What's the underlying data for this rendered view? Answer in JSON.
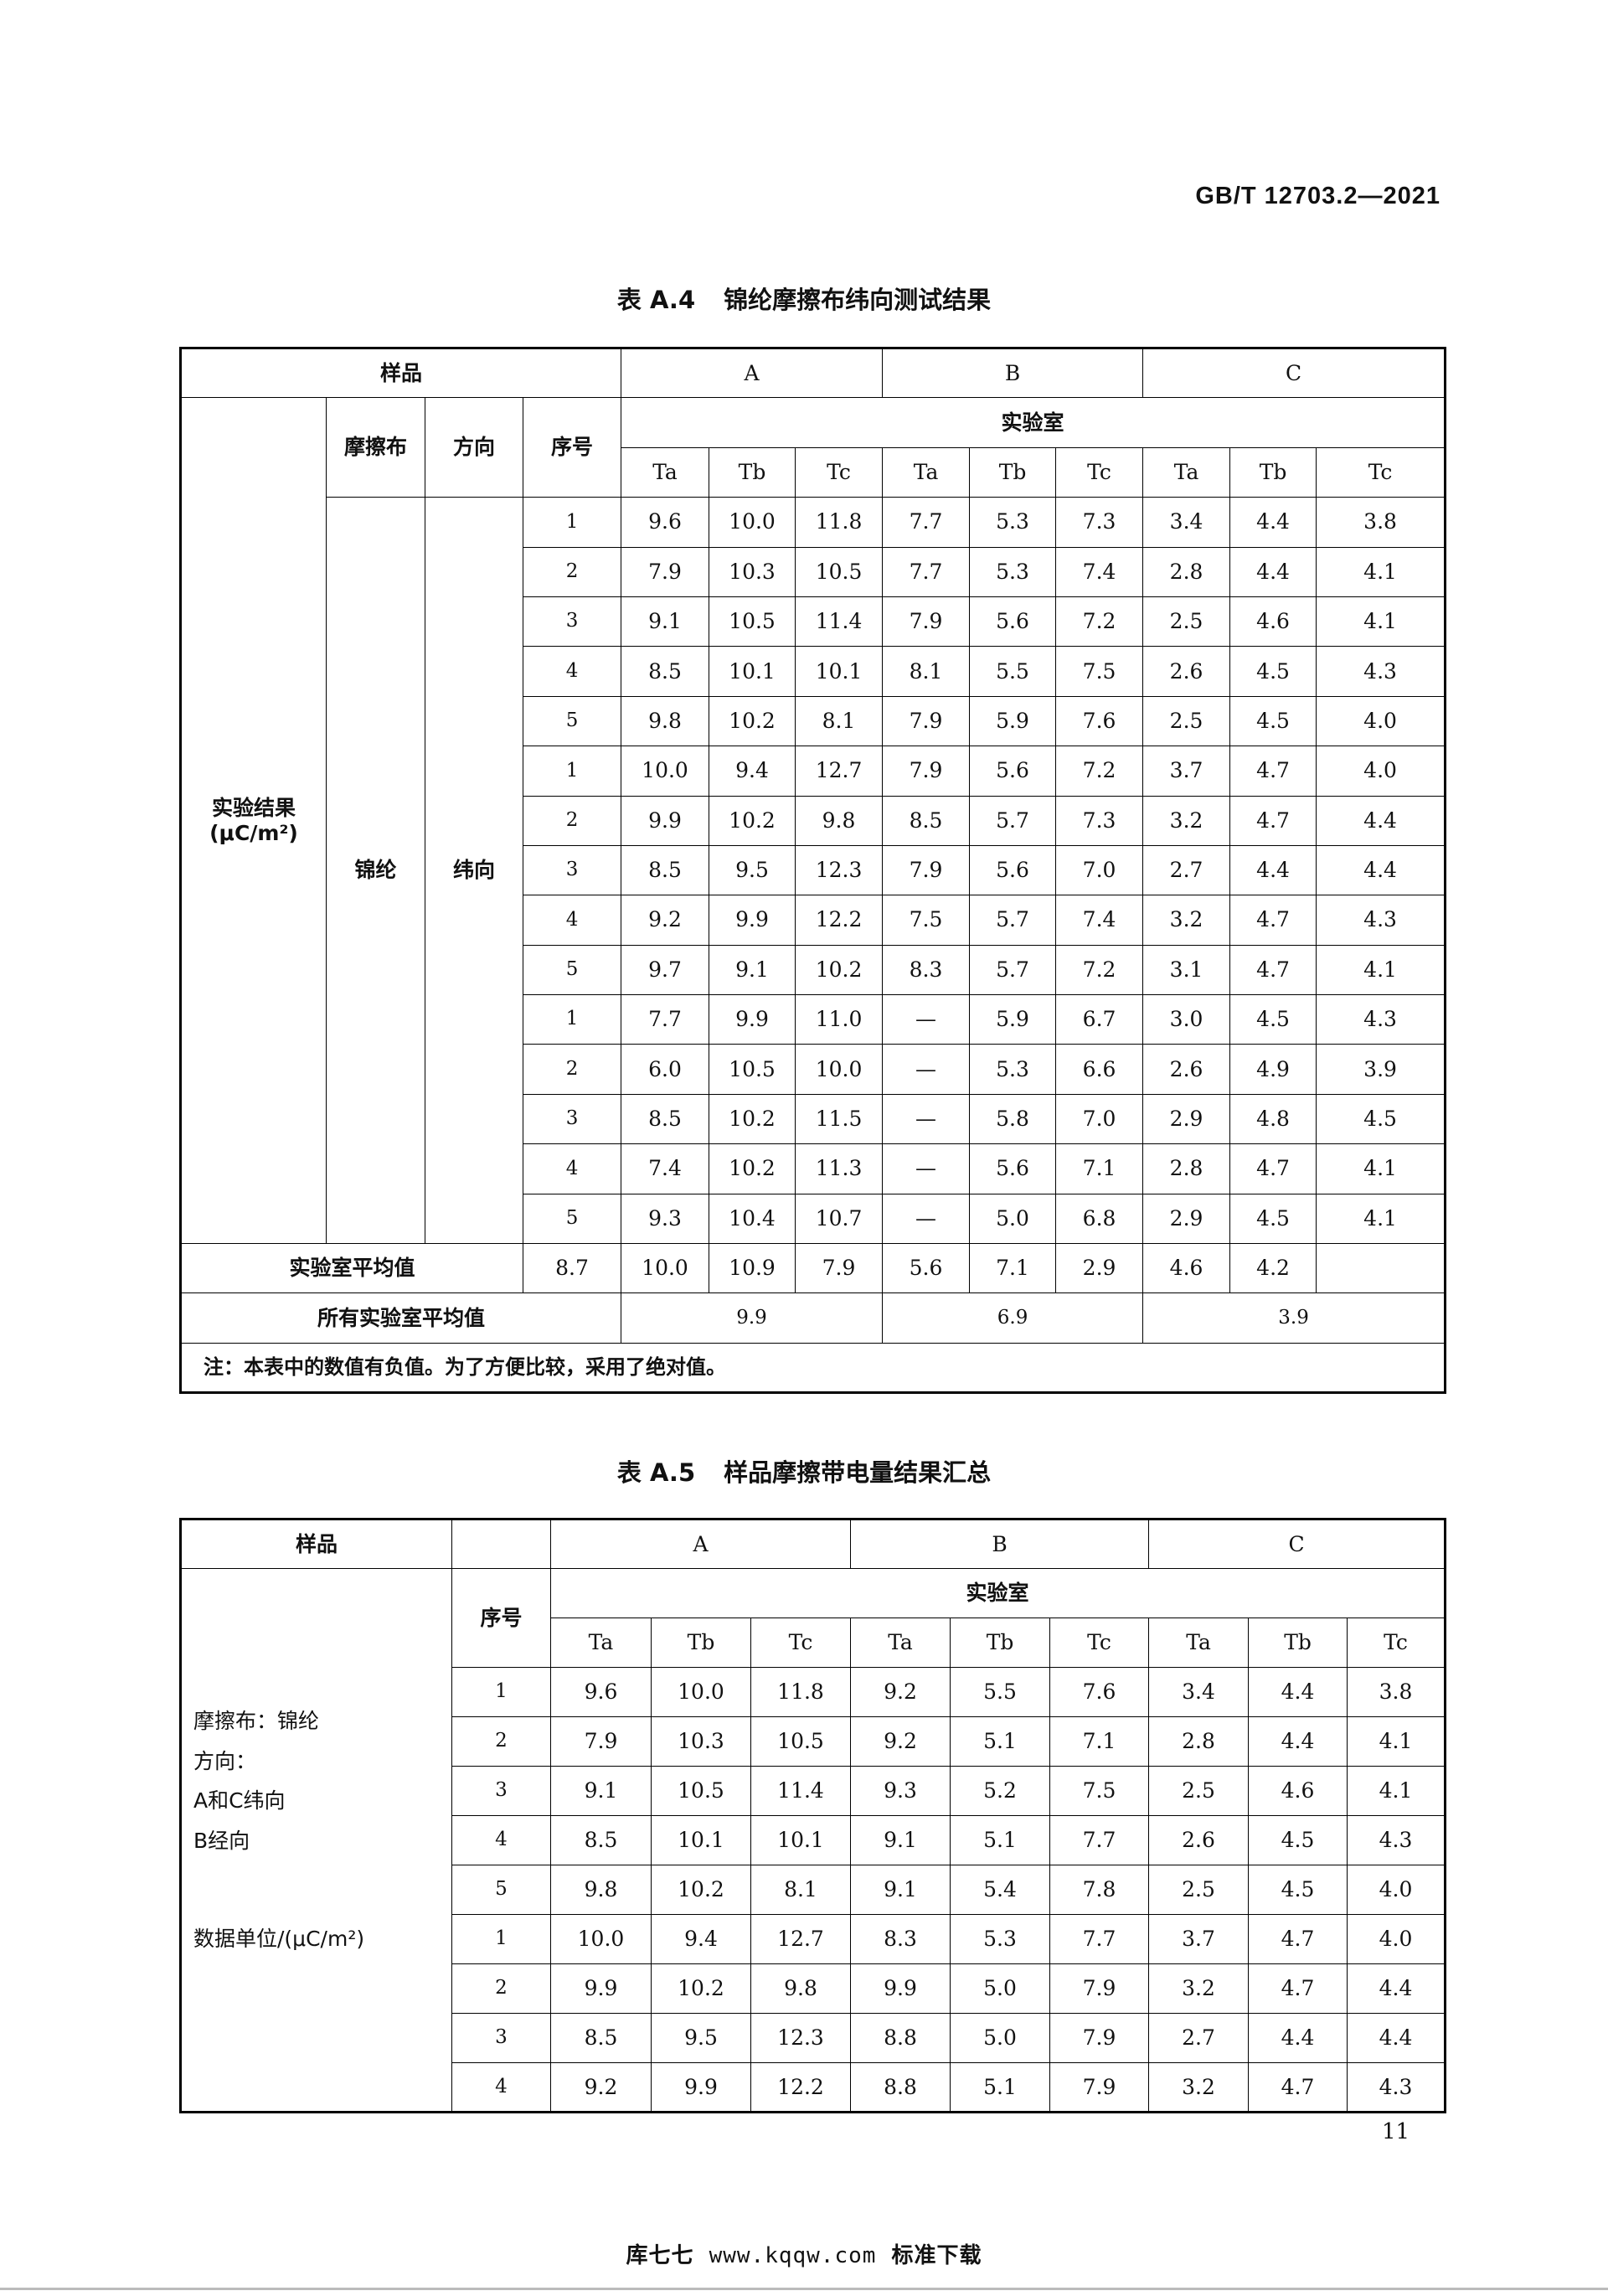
{
  "header": {
    "standard_number": "GB/T 12703.2—2021"
  },
  "table_a4": {
    "number": "表 A.4",
    "title": "锦纶摩擦布纬向测试结果",
    "sample_label": "样品",
    "samples": [
      "A",
      "B",
      "C"
    ],
    "lab_label": "实验室",
    "labs": [
      "Ta",
      "Tb",
      "Tc",
      "Ta",
      "Tb",
      "Tc",
      "Ta",
      "Tb",
      "Tc"
    ],
    "col_cloth": "摩擦布",
    "col_direction": "方向",
    "col_seq": "序号",
    "result_label_1": "实验结果",
    "result_label_2": "(μC/m²)",
    "cloth_value": "锦纶",
    "direction_value": "纬向",
    "rows": [
      [
        "1",
        "9.6",
        "10.0",
        "11.8",
        "7.7",
        "5.3",
        "7.3",
        "3.4",
        "4.4",
        "3.8"
      ],
      [
        "2",
        "7.9",
        "10.3",
        "10.5",
        "7.7",
        "5.3",
        "7.4",
        "2.8",
        "4.4",
        "4.1"
      ],
      [
        "3",
        "9.1",
        "10.5",
        "11.4",
        "7.9",
        "5.6",
        "7.2",
        "2.5",
        "4.6",
        "4.1"
      ],
      [
        "4",
        "8.5",
        "10.1",
        "10.1",
        "8.1",
        "5.5",
        "7.5",
        "2.6",
        "4.5",
        "4.3"
      ],
      [
        "5",
        "9.8",
        "10.2",
        "8.1",
        "7.9",
        "5.9",
        "7.6",
        "2.5",
        "4.5",
        "4.0"
      ],
      [
        "1",
        "10.0",
        "9.4",
        "12.7",
        "7.9",
        "5.6",
        "7.2",
        "3.7",
        "4.7",
        "4.0"
      ],
      [
        "2",
        "9.9",
        "10.2",
        "9.8",
        "8.5",
        "5.7",
        "7.3",
        "3.2",
        "4.7",
        "4.4"
      ],
      [
        "3",
        "8.5",
        "9.5",
        "12.3",
        "7.9",
        "5.6",
        "7.0",
        "2.7",
        "4.4",
        "4.4"
      ],
      [
        "4",
        "9.2",
        "9.9",
        "12.2",
        "7.5",
        "5.7",
        "7.4",
        "3.2",
        "4.7",
        "4.3"
      ],
      [
        "5",
        "9.7",
        "9.1",
        "10.2",
        "8.3",
        "5.7",
        "7.2",
        "3.1",
        "4.7",
        "4.1"
      ],
      [
        "1",
        "7.7",
        "9.9",
        "11.0",
        "—",
        "5.9",
        "6.7",
        "3.0",
        "4.5",
        "4.3"
      ],
      [
        "2",
        "6.0",
        "10.5",
        "10.0",
        "—",
        "5.3",
        "6.6",
        "2.6",
        "4.9",
        "3.9"
      ],
      [
        "3",
        "8.5",
        "10.2",
        "11.5",
        "—",
        "5.8",
        "7.0",
        "2.9",
        "4.8",
        "4.5"
      ],
      [
        "4",
        "7.4",
        "10.2",
        "11.3",
        "—",
        "5.6",
        "7.1",
        "2.8",
        "4.7",
        "4.1"
      ],
      [
        "5",
        "9.3",
        "10.4",
        "10.7",
        "—",
        "5.0",
        "6.8",
        "2.9",
        "4.5",
        "4.1"
      ]
    ],
    "lab_avg_label": "实验室平均值",
    "lab_avg": [
      "8.7",
      "10.0",
      "10.9",
      "7.9",
      "5.6",
      "7.1",
      "2.9",
      "4.6",
      "4.2"
    ],
    "all_avg_label": "所有实验室平均值",
    "all_avg": [
      "9.9",
      "6.9",
      "3.9"
    ],
    "note": "注：本表中的数值有负值。为了方便比较，采用了绝对值。"
  },
  "table_a5": {
    "number": "表 A.5",
    "title": "样品摩擦带电量结果汇总",
    "sample_label": "样品",
    "samples": [
      "A",
      "B",
      "C"
    ],
    "lab_label": "实验室",
    "col_seq": "序号",
    "labs": [
      "Ta",
      "Tb",
      "Tc",
      "Ta",
      "Tb",
      "Tc",
      "Ta",
      "Tb",
      "Tc"
    ],
    "side_1": "摩擦布：锦纶",
    "side_2": "方向：",
    "side_3": "A和C纬向",
    "side_4": "B经向",
    "side_5": "数据单位/(μC/m²)",
    "rows": [
      [
        "1",
        "9.6",
        "10.0",
        "11.8",
        "9.2",
        "5.5",
        "7.6",
        "3.4",
        "4.4",
        "3.8"
      ],
      [
        "2",
        "7.9",
        "10.3",
        "10.5",
        "9.2",
        "5.1",
        "7.1",
        "2.8",
        "4.4",
        "4.1"
      ],
      [
        "3",
        "9.1",
        "10.5",
        "11.4",
        "9.3",
        "5.2",
        "7.5",
        "2.5",
        "4.6",
        "4.1"
      ],
      [
        "4",
        "8.5",
        "10.1",
        "10.1",
        "9.1",
        "5.1",
        "7.7",
        "2.6",
        "4.5",
        "4.3"
      ],
      [
        "5",
        "9.8",
        "10.2",
        "8.1",
        "9.1",
        "5.4",
        "7.8",
        "2.5",
        "4.5",
        "4.0"
      ],
      [
        "1",
        "10.0",
        "9.4",
        "12.7",
        "8.3",
        "5.3",
        "7.7",
        "3.7",
        "4.7",
        "4.0"
      ],
      [
        "2",
        "9.9",
        "10.2",
        "9.8",
        "9.9",
        "5.0",
        "7.9",
        "3.2",
        "4.7",
        "4.4"
      ],
      [
        "3",
        "8.5",
        "9.5",
        "12.3",
        "8.8",
        "5.0",
        "7.9",
        "2.7",
        "4.4",
        "4.4"
      ],
      [
        "4",
        "9.2",
        "9.9",
        "12.2",
        "8.8",
        "5.1",
        "7.9",
        "3.2",
        "4.7",
        "4.3"
      ]
    ]
  },
  "page_number": "11",
  "footer": {
    "left": "库七七",
    "url": "www.kqqw.com",
    "right": "标准下载"
  }
}
